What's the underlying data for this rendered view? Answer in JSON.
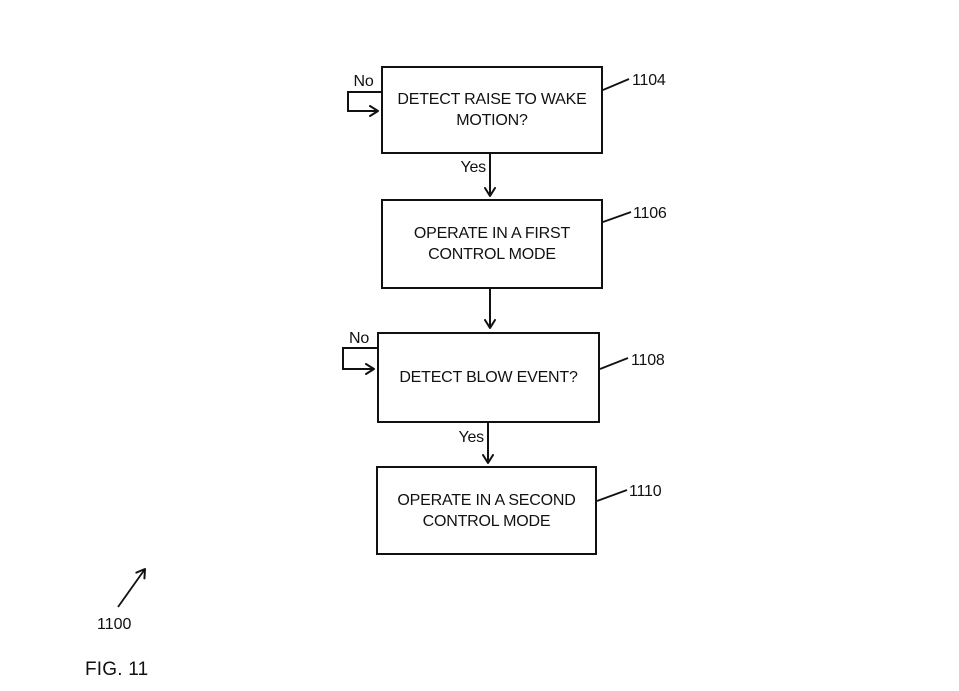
{
  "figure": {
    "label": "FIG. 11",
    "diagram_ref": "1100"
  },
  "colors": {
    "ink": "#111111",
    "background": "#ffffff"
  },
  "flowchart": {
    "type": "flowchart",
    "steps": [
      {
        "ref": "1104",
        "line1": "DETECT RAISE TO WAKE",
        "line2": "MOTION?",
        "no_label": "No",
        "yes_label": "Yes"
      },
      {
        "ref": "1106",
        "line1": "OPERATE IN A FIRST",
        "line2": "CONTROL MODE"
      },
      {
        "ref": "1108",
        "line1": "DETECT BLOW EVENT?",
        "no_label": "No",
        "yes_label": "Yes"
      },
      {
        "ref": "1110",
        "line1": "OPERATE IN A SECOND",
        "line2": "CONTROL MODE"
      }
    ],
    "connections": [
      "1104 -> 1106 (Yes)",
      "1104 -> 1104 (No loop)",
      "1106 -> 1108",
      "1108 -> 1110 (Yes)",
      "1108 -> 1108 (No loop)"
    ]
  }
}
